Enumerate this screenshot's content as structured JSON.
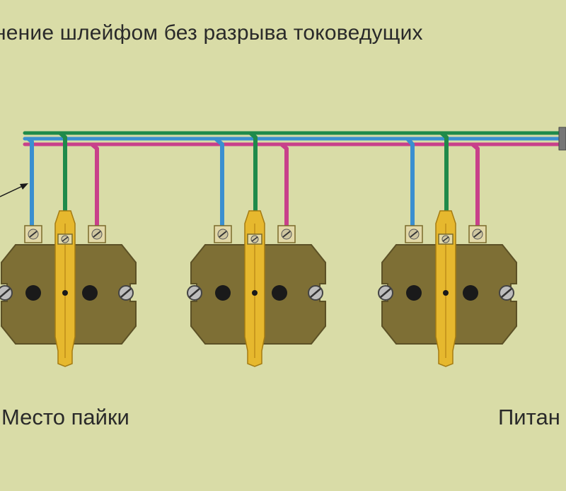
{
  "title": "нение шлейфом без  разрыва токоведущих",
  "labels": {
    "solder_point": "Место пайки",
    "power": "Питан"
  },
  "colors": {
    "background": "#d9dca7",
    "wire_green": "#1f8a4a",
    "wire_blue": "#3a8fd0",
    "wire_magenta": "#c8408a",
    "socket_body": "#7e6f35",
    "ground_bar": "#e6b82e"
  },
  "sockets": [
    "socket-1",
    "socket-2",
    "socket-3"
  ]
}
